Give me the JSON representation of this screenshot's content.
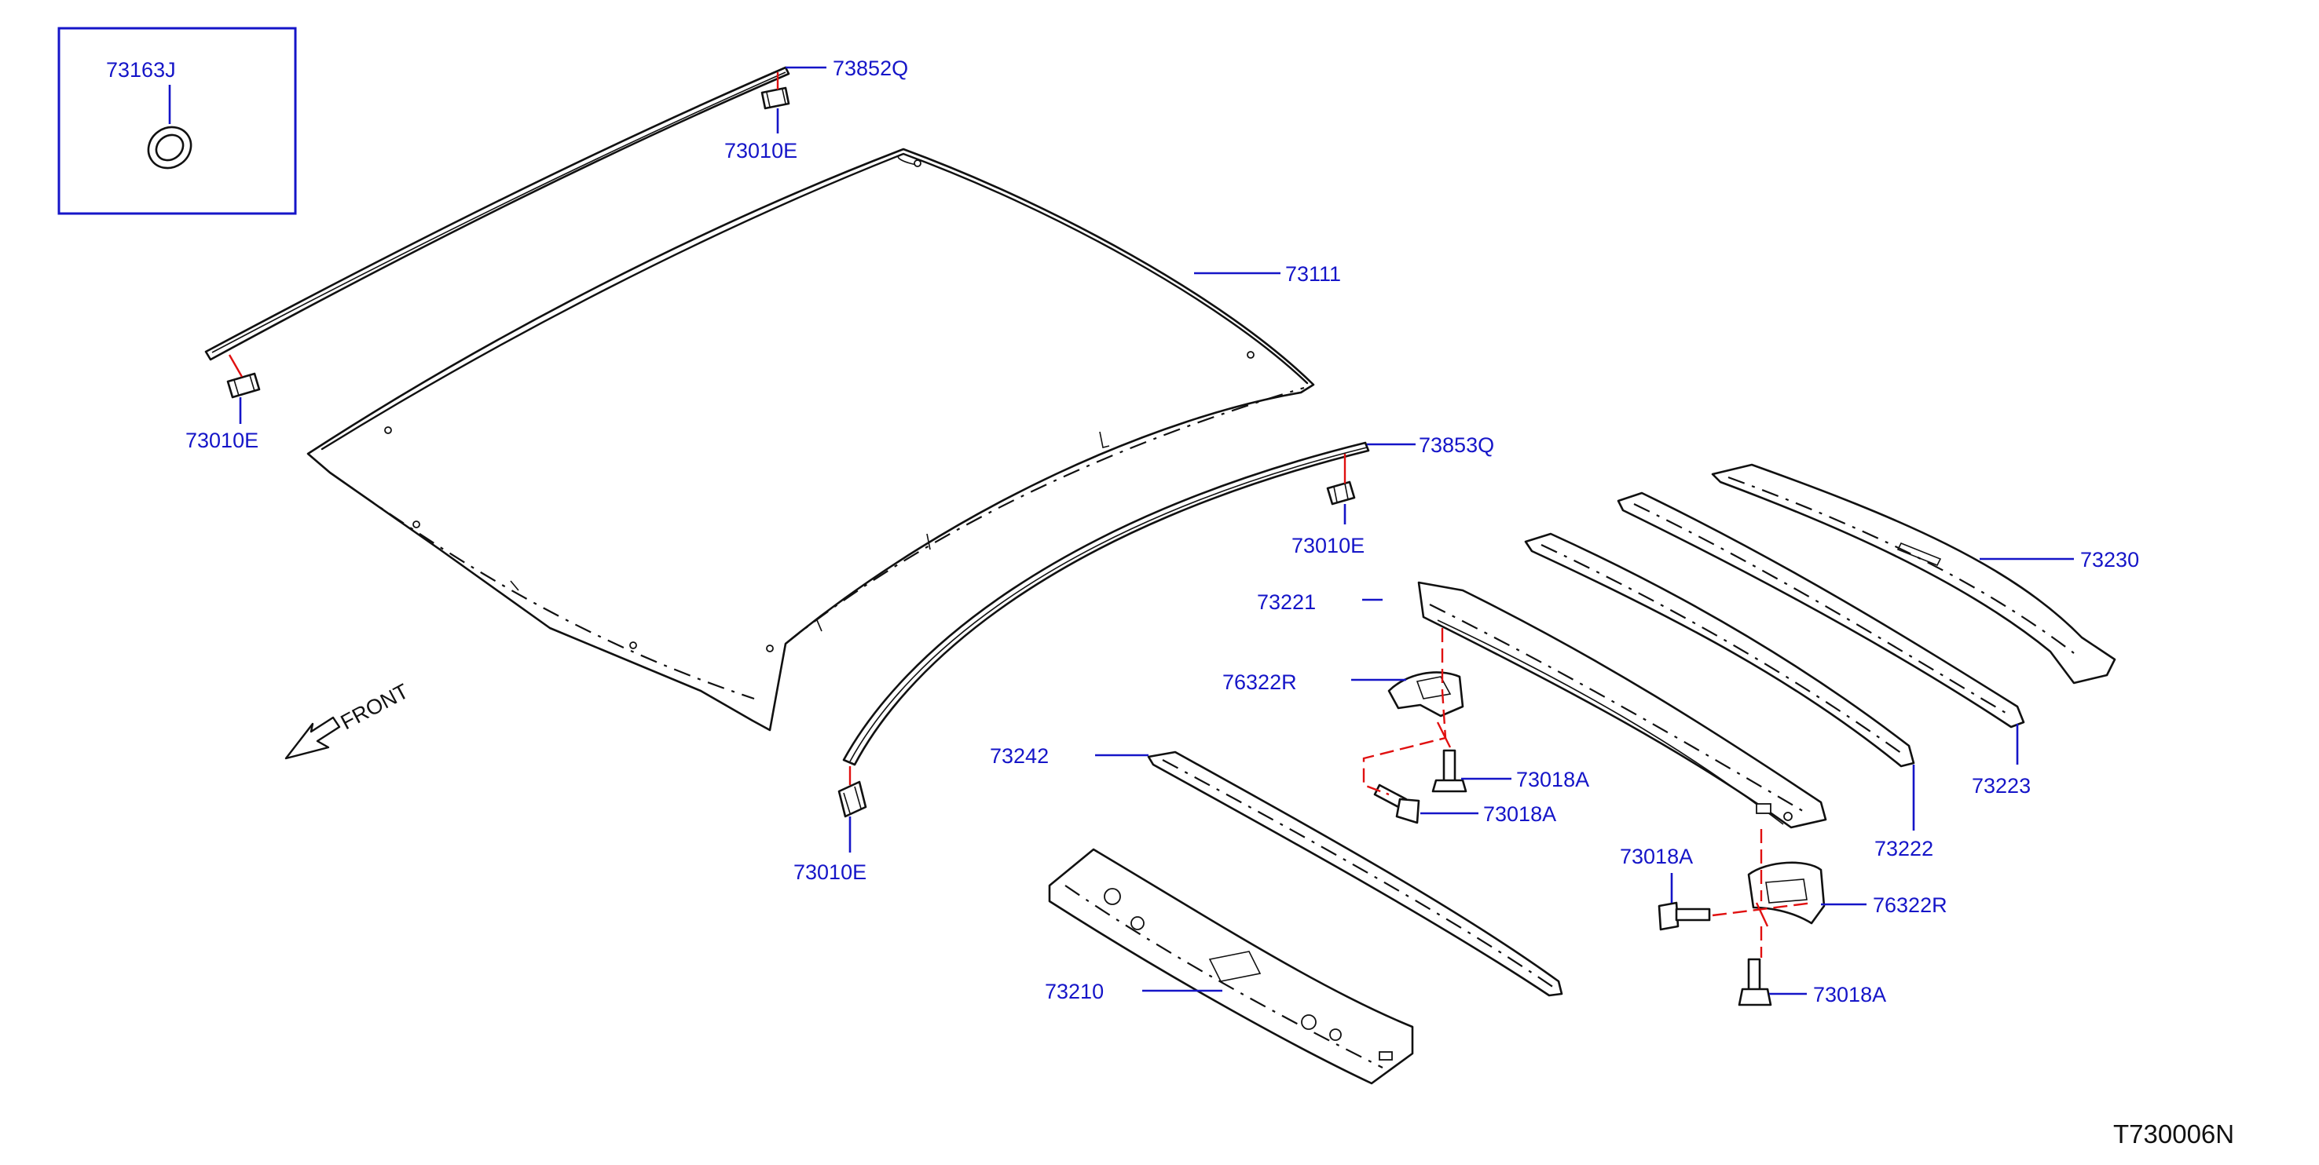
{
  "colors": {
    "label": "#1515c8",
    "leader": "#1515c8",
    "connector": "#e01010",
    "line": "#111111",
    "code": "#111111",
    "box": "#1515c8"
  },
  "labels": {
    "p73163J": "73163J",
    "p73852Q": "73852Q",
    "p73010E_a": "73010E",
    "p73111": "73111",
    "p73010E_b": "73010E",
    "p73853Q": "73853Q",
    "p73010E_c": "73010E",
    "p73230": "73230",
    "p73221": "73221",
    "p76322R_a": "76322R",
    "p73242": "73242",
    "p73018A_a": "73018A",
    "p73018A_b": "73018A",
    "p73223": "73223",
    "p73010E_d": "73010E",
    "p73222": "73222",
    "p73018A_c": "73018A",
    "p76322R_b": "76322R",
    "p73210": "73210",
    "p73018A_d": "73018A"
  },
  "front_label": "FRONT",
  "drawing_code": "T730006N",
  "icons": {
    "front_arrow": "arrow-front-icon"
  }
}
